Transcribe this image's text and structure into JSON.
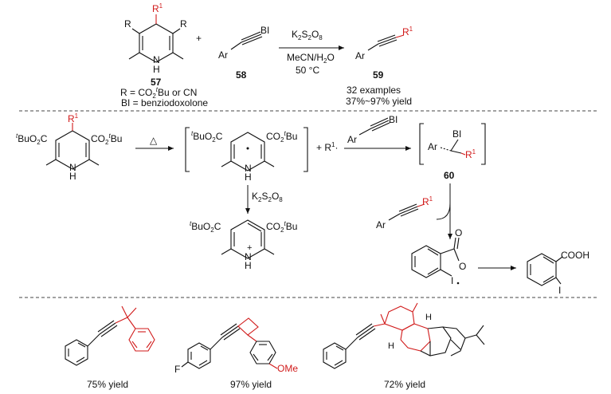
{
  "general": {
    "dhp_R1": "R",
    "dhp_R1_sup": "1",
    "dhp_R_left": "R",
    "dhp_R_right": "R",
    "dhp_NH_N": "N",
    "dhp_NH_H": "H",
    "plus": "+",
    "alkyne_Ar": "Ar",
    "alkyne_BI": "BI",
    "cond_oxidant": "K2S2O8",
    "cond_solvent": "MeCN/H2O",
    "cond_temp": "50 °C",
    "product_Ar": "Ar",
    "product_R": "R",
    "product_R_sup": "1",
    "label_57": "57",
    "label_58": "58",
    "label_59": "59",
    "note_R": "R = CO2tBu or CN",
    "note_BI": "BI = benziodoxolone",
    "examples": "32 examples",
    "yield_range": "37%~97% yield"
  },
  "mechanism": {
    "ester_left": "tBuO2C",
    "ester_right": "CO2tBu",
    "R1": "R",
    "R1_sup": "1",
    "NH_N": "N",
    "NH_H": "H",
    "heat": "△",
    "radical_ester_left": "tBuO2C",
    "radical_ester_right": "CO2tBu",
    "plus_R1": "+ R",
    "plus_R1_sup": "1",
    "alkyne_Ar": "Ar",
    "alkyne_BI": "BI",
    "int_Ar": "Ar",
    "int_BI": "BI",
    "int_R": "R",
    "int_R_sup": "1",
    "label_60": "60",
    "oxidant": "K2S2O8",
    "pyridinium_ester_left": "tBuO2C",
    "pyridinium_ester_right": "CO2tBu",
    "pyridinium_N": "N",
    "pyridinium_H": "H",
    "pyridinium_plus": "+",
    "product_Ar": "Ar",
    "product_R": "R",
    "product_R_sup": "1",
    "iodine_O_carbonyl": "O",
    "iodine_O_ring": "O",
    "iodine_I": "I",
    "benzoic_COOH": "COOH",
    "benzoic_I": "I"
  },
  "examples": {
    "ex1_yield": "75% yield",
    "ex2_OMe": "OMe",
    "ex2_F": "F",
    "ex2_yield": "97% yield",
    "ex3_H_top": "H",
    "ex3_H_bottom": "H",
    "ex3_yield": "72% yield"
  },
  "colors": {
    "accent_red": "#d11a1a",
    "ink": "#111111"
  }
}
